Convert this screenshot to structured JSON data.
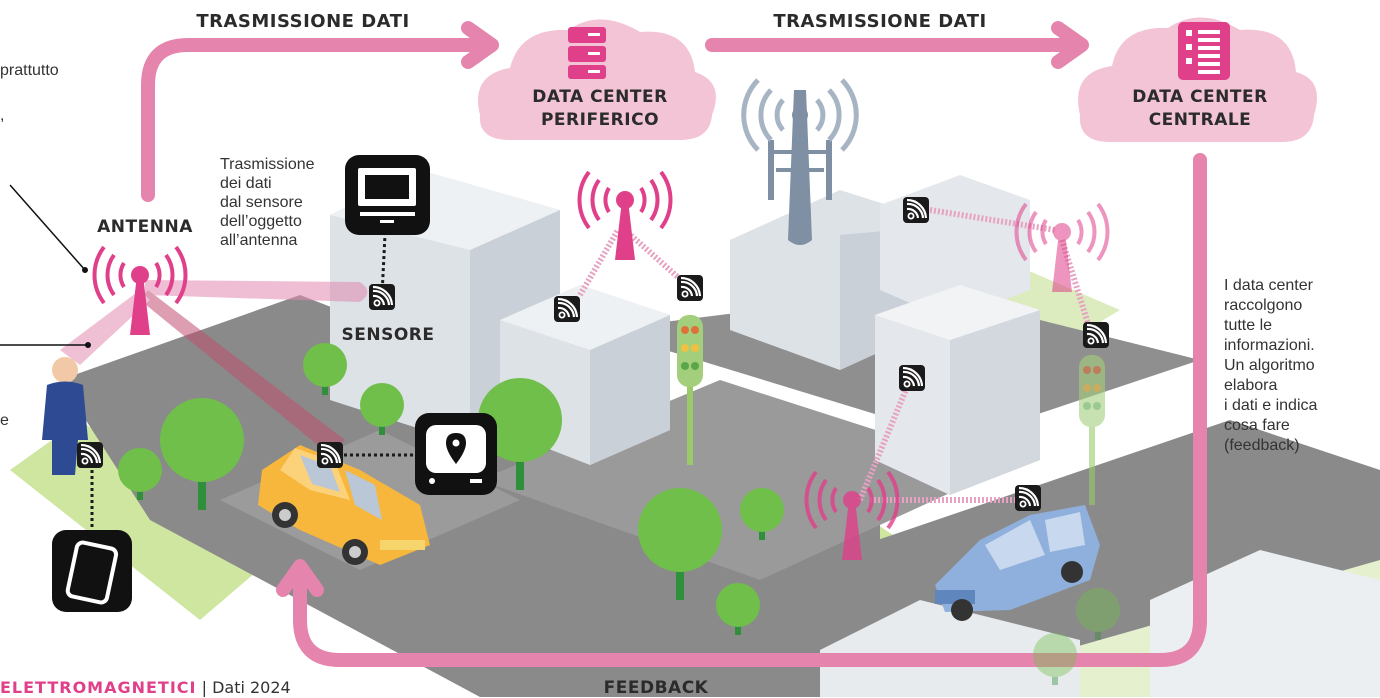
{
  "labels": {
    "transmission_1": "TRASMISSIONE DATI",
    "transmission_2": "TRASMISSIONE DATI",
    "dc_peripheral_1": "DATA CENTER",
    "dc_peripheral_2": "PERIFERICO",
    "dc_central_1": "DATA CENTER",
    "dc_central_2": "CENTRALE",
    "antenna": "ANTENNA",
    "sensor": "SENSORE",
    "feedback": "FEEDBACK"
  },
  "notes": {
    "sensor_transmission": [
      "Trasmissione",
      "dei dati",
      "dal sensore",
      "dell’oggetto",
      "all’antenna"
    ],
    "datacenter": [
      "I data center",
      "raccolgono",
      "tutte le",
      "informazioni.",
      "Un algoritmo",
      "elabora",
      "i dati e indica",
      "cosa fare",
      "(feedback)"
    ],
    "left_fragment_1": "prattutto",
    "left_fragment_2": ",",
    "left_fragment_3": "e"
  },
  "footer": {
    "brand": "ELETTROMAGNETICI",
    "separator": " | ",
    "text": "Dati 2024"
  },
  "icons": [
    "server-icon",
    "server-list-icon",
    "monitor-icon",
    "gps-device-icon",
    "smartphone-icon",
    "wireless-sensor-icon",
    "antenna-icon",
    "traffic-light-icon",
    "tree-icon",
    "car-icon",
    "person-icon"
  ],
  "colors": {
    "pink": "#e0408a",
    "pink_arrow": "#e585ad",
    "cloud": "#f3c3d6",
    "grass": "#cfe6a0",
    "road": "#8a8a8a",
    "building": "#dde2e7",
    "tree": "#6fbf4a",
    "taxi": "#f6b73c",
    "blue_car": "#8fb0dc"
  }
}
